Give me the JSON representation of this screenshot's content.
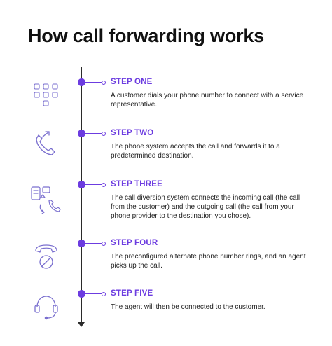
{
  "title": "How call forwarding works",
  "colors": {
    "accent": "#6c3ce0",
    "line": "#2a2a2a",
    "icon": "#7a6fcf"
  },
  "steps": [
    {
      "label": "STEP ONE",
      "description": "A customer dials your phone number to connect with a service representative.",
      "icon": "keypad-icon"
    },
    {
      "label": "STEP TWO",
      "description": "The phone system accepts the call and forwards it to a predetermined destination.",
      "icon": "forwarded-call-icon"
    },
    {
      "label": "STEP THREE",
      "description": "The call diversion system connects the incoming call (the call from the customer) and the outgoing call (the call from your phone provider to the destination you chose).",
      "icon": "call-diversion-icon"
    },
    {
      "label": "STEP FOUR",
      "description": "The preconfigured alternate phone number rings, and an agent picks up the call.",
      "icon": "phone-blocked-icon"
    },
    {
      "label": "STEP FIVE",
      "description": "The agent will then be connected to the customer.",
      "icon": "headset-icon"
    }
  ]
}
